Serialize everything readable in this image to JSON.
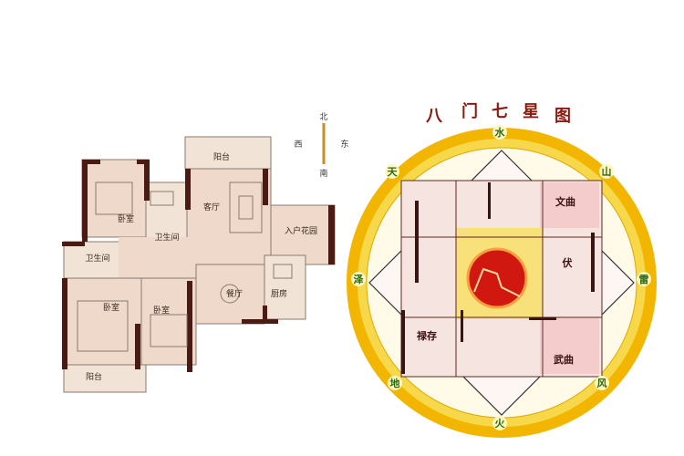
{
  "floor_plan": {
    "compass": {
      "north": "北",
      "south": "南",
      "east": "东",
      "west": "西"
    },
    "rooms": {
      "balcony_top": "阳台",
      "living_room": "客厅",
      "entry_garden": "入户花园",
      "bedroom_top": "卧室",
      "bathroom_center": "卫生间",
      "bathroom_left": "卫生间",
      "bedroom_bottom_left": "卧室",
      "bedroom_middle": "卧室",
      "dining_room": "餐厅",
      "kitchen": "厨房",
      "balcony_bottom": "阳台"
    }
  },
  "chart": {
    "title_chars": [
      "八",
      "门",
      "七",
      "星",
      "图"
    ],
    "trigrams": {
      "north": "水",
      "northwest": "天",
      "northeast": "山",
      "west": "泽",
      "east": "雷",
      "southwest": "地",
      "southeast": "风",
      "south": "火"
    },
    "stars": {
      "wenqu": "文曲",
      "wuqu": "武曲",
      "lucun": "禄存",
      "fu": "伏"
    },
    "colors": {
      "ring_outer": "#f2b600",
      "ring_inner": "#f7d84a",
      "sun": "#d01810",
      "panel": "#f6dcdc"
    }
  }
}
